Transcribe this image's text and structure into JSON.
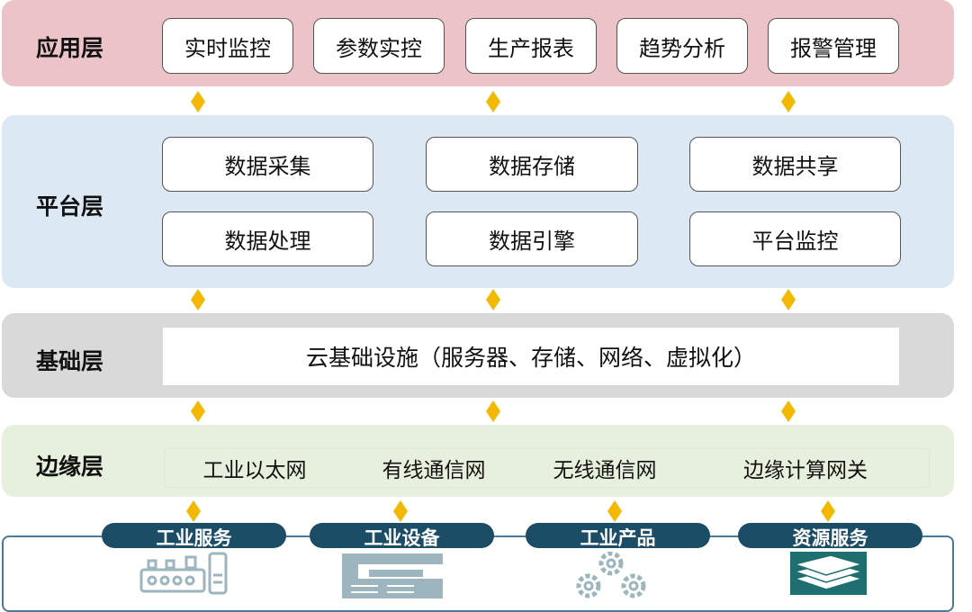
{
  "application": {
    "label": "应用层",
    "items": [
      "实时监控",
      "参数实控",
      "生产报表",
      "趋势分析",
      "报警管理"
    ]
  },
  "platform": {
    "label": "平台层",
    "items": [
      "数据采集",
      "数据存储",
      "数据共享",
      "数据处理",
      "数据引擎",
      "平台监控"
    ]
  },
  "infrastructure": {
    "label": "基础层",
    "content": "云基础设施（服务器、存储、网络、虚拟化）"
  },
  "edge": {
    "label": "边缘层",
    "items": [
      "工业以太网",
      "有线通信网",
      "无线通信网",
      "边缘计算网关"
    ]
  },
  "bottom": {
    "items": [
      {
        "label": "工业服务",
        "icon": "factory-line-icon"
      },
      {
        "label": "工业设备",
        "icon": "machine-icon"
      },
      {
        "label": "工业产品",
        "icon": "gears-icon"
      },
      {
        "label": "资源服务",
        "icon": "stacked-papers-icon"
      }
    ]
  },
  "colors": {
    "application": "#ecc4c7",
    "platform": "#dde8f5",
    "infrastructure": "#d9d9d9",
    "edge": "#e6f0dc",
    "connector": "#f5b800",
    "pill": "#1b4d66"
  }
}
